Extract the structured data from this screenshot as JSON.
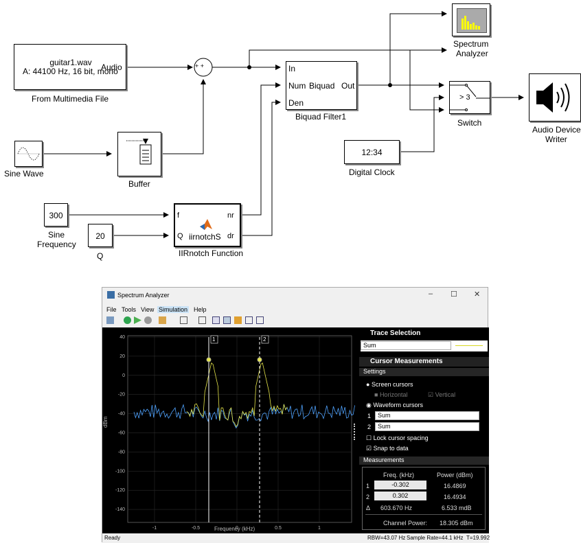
{
  "diagram": {
    "from_file": {
      "line1": "guitar1.wav",
      "line2": "A: 44100 Hz, 16 bit, mono",
      "port_out": "Audio",
      "label": "From Multimedia File"
    },
    "sine_wave": {
      "label": "Sine Wave"
    },
    "buffer": {
      "label": "Buffer"
    },
    "sum": {
      "signs": "+ +"
    },
    "biquad": {
      "ports_in": [
        "In",
        "Num",
        "Den"
      ],
      "name": "Biquad",
      "port_out": "Out",
      "label": "Biquad Filter1"
    },
    "spectrum": {
      "label_line1": "Spectrum",
      "label_line2": "Analyzer"
    },
    "switch": {
      "threshold": "> 3",
      "label": "Switch"
    },
    "audio_writer": {
      "label_line1": "Audio Device",
      "label_line2": "Writer"
    },
    "clock": {
      "value": "12:34",
      "label": "Digital Clock"
    },
    "const_freq": {
      "value": "300",
      "label_line1": "Sine",
      "label_line2": "Frequency"
    },
    "const_q": {
      "value": "20",
      "label": "Q"
    },
    "iirnotch": {
      "port_f": "f",
      "port_q": "Q",
      "name": "iirnotchS",
      "port_nr": "nr",
      "port_dr": "dr",
      "label": "IIRnotch Function"
    }
  },
  "analyzer": {
    "title": "Spectrum Analyzer",
    "window_buttons": [
      "–",
      "☐",
      "✕"
    ],
    "menu": [
      "File",
      "Tools",
      "View",
      "Simulation",
      "Help"
    ],
    "plot": {
      "ylabel": "dBm",
      "xlabel": "Frequency (kHz)",
      "yticks": [
        "40",
        "20",
        "0",
        "-20",
        "-40",
        "-60",
        "-80",
        "-100",
        "-120",
        "-140"
      ],
      "xticks": [
        "-1",
        "-0.5",
        "0",
        "0.5",
        "1"
      ],
      "cursor1_tag": "1",
      "cursor2_tag": "2"
    },
    "trace_selection": {
      "title": "Trace Selection",
      "value": "Sum"
    },
    "cursor_meas": {
      "title": "Cursor Measurements",
      "settings": "Settings",
      "screen_cursors": "Screen cursors",
      "horizontal": "Horizontal",
      "vertical": "Vertical",
      "waveform_cursors": "Waveform cursors",
      "wc1_num": "1",
      "wc1_value": "Sum",
      "wc2_num": "2",
      "wc2_value": "Sum",
      "lock_spacing": "Lock cursor spacing",
      "snap": "Snap to data",
      "measurements": "Measurements",
      "col_freq": "Freq. (kHz)",
      "col_power": "Power (dBm)",
      "rows": [
        {
          "label": "1",
          "freq": "-0.302",
          "power": "16.4869"
        },
        {
          "label": "2",
          "freq": "0.302",
          "power": "16.4934"
        },
        {
          "label": "Δ",
          "freq": "603.670 Hz",
          "power": "6.533 mdB"
        }
      ],
      "channel_power_label": "Channel Power:",
      "channel_power_value": "18.305 dBm"
    },
    "status": {
      "ready": "Ready",
      "rbw": "RBW=43.07 Hz",
      "sample_rate": "Sample Rate=44.1 kHz",
      "time": "T=19.992"
    }
  }
}
